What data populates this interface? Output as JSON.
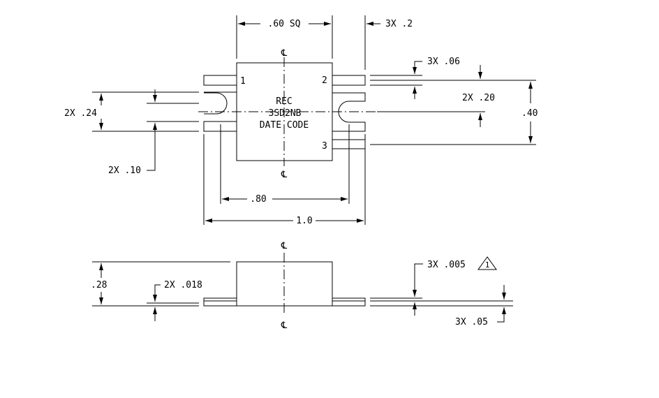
{
  "drawing": {
    "top_view": {
      "body_label": ".60 SQ",
      "lead_width_label": "3X .2",
      "lead_thickness_label": "3X .06",
      "lead_pitch_label": "2X .20",
      "overall_height_label": ".40",
      "left_pitch_label": "2X .24",
      "left_gap_label": "2X .10",
      "pad_span_label": ".80",
      "overall_span_label": "1.0",
      "marking": [
        "REC",
        "3SD2NB",
        "DATE CODE"
      ],
      "pin_labels": [
        "1",
        "2",
        "3"
      ],
      "centerline_symbol": "℄"
    },
    "side_view": {
      "height_label": ".28",
      "lead_thickness_label": "2X .018",
      "flatness_label": "3X .005",
      "flatness_note": "1",
      "standoff_label": "3X .05",
      "centerline_symbol": "℄"
    }
  }
}
